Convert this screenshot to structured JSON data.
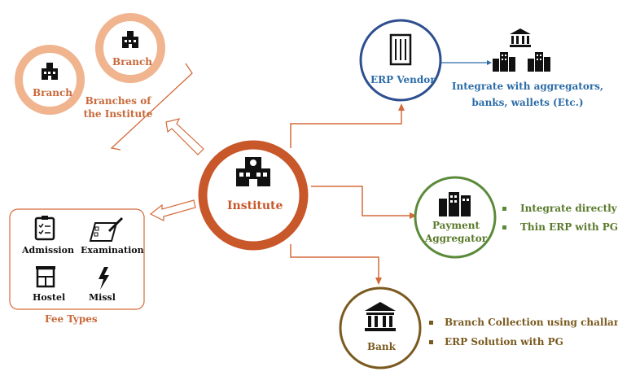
{
  "colors": {
    "institute_ring": "#c8572a",
    "branch_ring": "#f0b48f",
    "vendor_ring": "#2e4f8f",
    "aggregator_ring": "#5b8a3a",
    "bank_ring": "#7a5a1f",
    "connector": "#d46a3a",
    "blue_text": "#2c6ca8"
  },
  "branches": {
    "branch_1": "Branch",
    "branch_2": "Branch",
    "caption": [
      "Branches of",
      "the Institute"
    ]
  },
  "institute": {
    "label": "Institute"
  },
  "erp_vendor": {
    "label": "ERP Vendor",
    "note": [
      "Integrate with aggregators,",
      "banks, wallets (Etc.)"
    ]
  },
  "payment_aggregator": {
    "label": [
      "Payment",
      "Aggregator"
    ],
    "points": [
      "Integrate directly",
      "Thin ERP with PG"
    ]
  },
  "bank": {
    "label": "Bank",
    "points": [
      "Branch Collection using challans",
      "ERP Solution with PG"
    ]
  },
  "fee_types": {
    "title": "Fee Types",
    "items": [
      "Admission",
      "Examination",
      "Hostel",
      "Missl"
    ]
  }
}
